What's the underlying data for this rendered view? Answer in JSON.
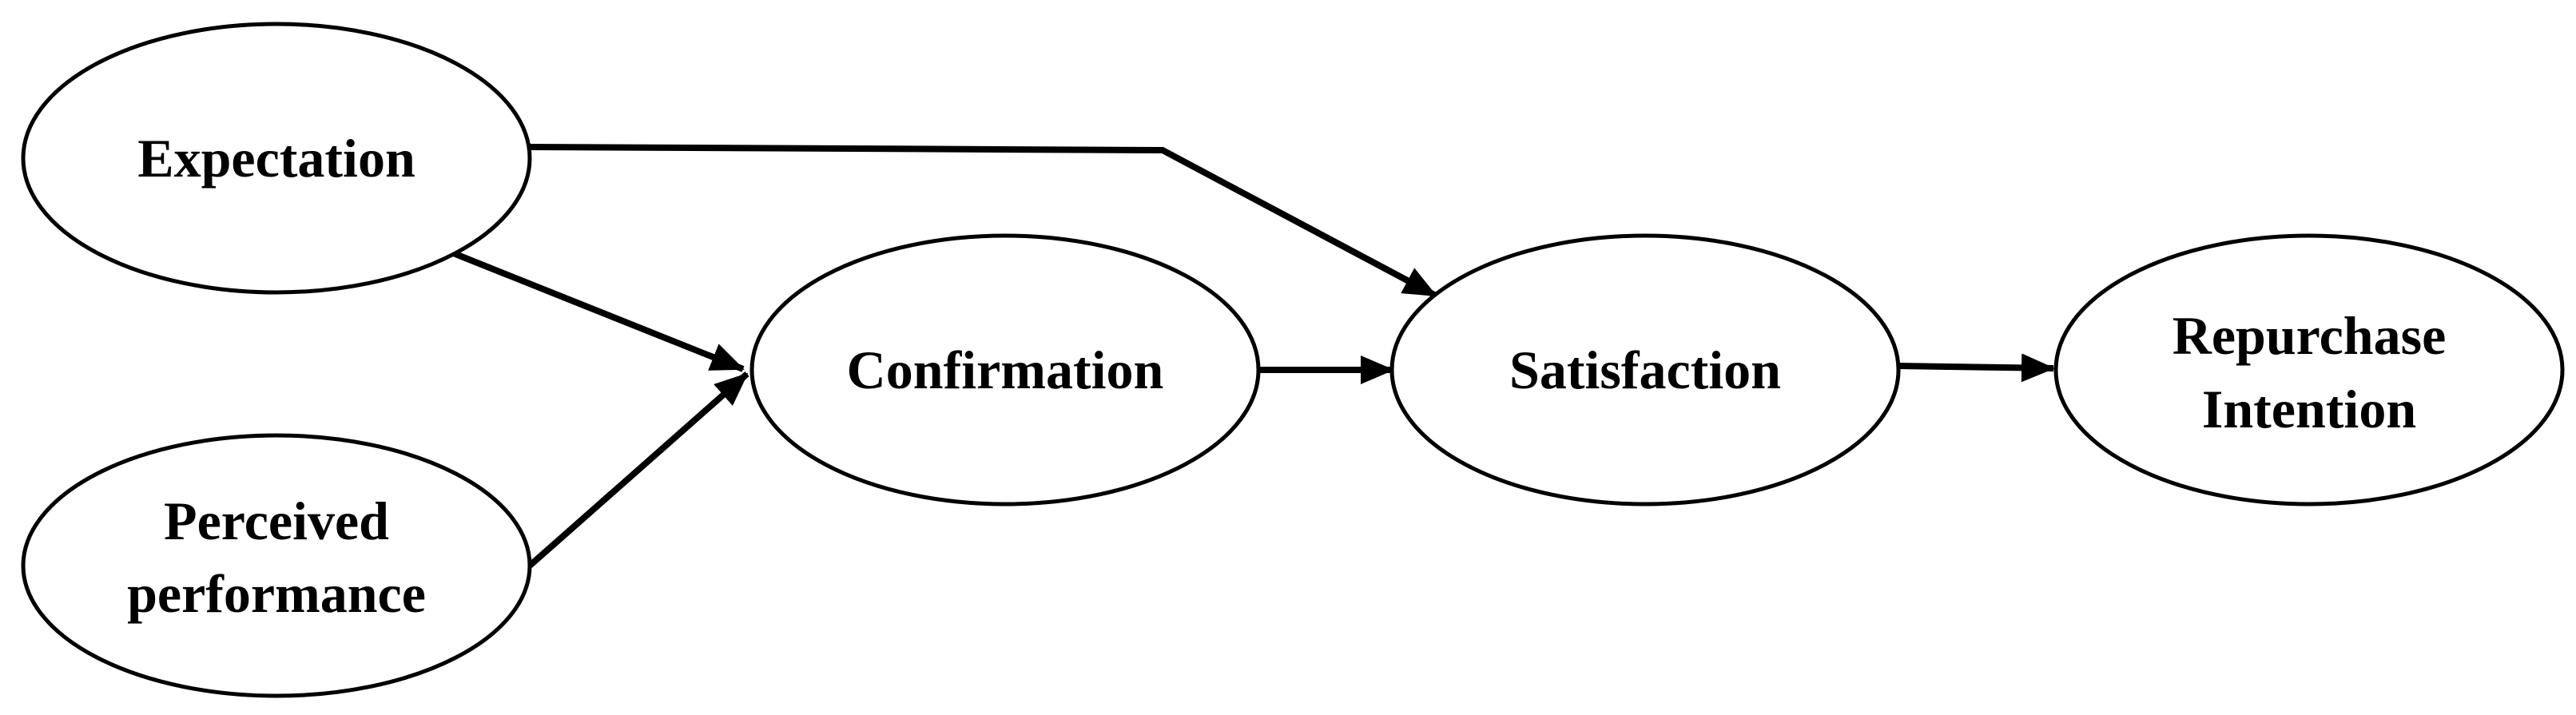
{
  "diagram": {
    "nodes": {
      "expectation": {
        "lines": [
          "Expectation"
        ]
      },
      "perceived_performance": {
        "lines": [
          "Perceived",
          "performance"
        ]
      },
      "confirmation": {
        "lines": [
          "Confirmation"
        ]
      },
      "satisfaction": {
        "lines": [
          "Satisfaction"
        ]
      },
      "repurchase_intention": {
        "lines": [
          "Repurchase",
          "Intention"
        ]
      }
    },
    "edges": [
      {
        "from": "Expectation",
        "to": "Confirmation"
      },
      {
        "from": "Expectation",
        "to": "Satisfaction"
      },
      {
        "from": "Perceived performance",
        "to": "Confirmation"
      },
      {
        "from": "Confirmation",
        "to": "Satisfaction"
      },
      {
        "from": "Satisfaction",
        "to": "Repurchase Intention"
      }
    ],
    "colors": {
      "stroke": "#000000",
      "fill": "#ffffff"
    }
  }
}
